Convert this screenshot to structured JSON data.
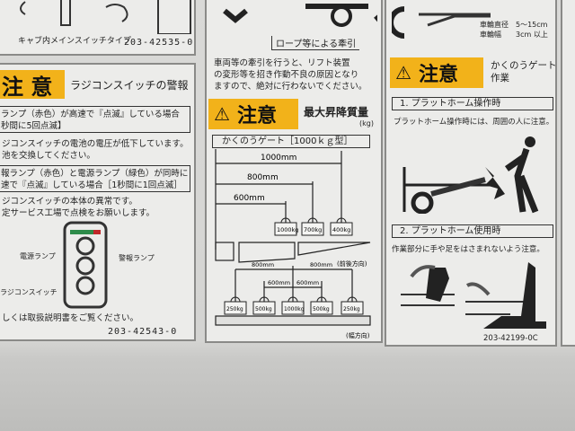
{
  "top_left_label": {
    "caption": "キャブ内メインスイッチタイプ",
    "code": "203-42535-0"
  },
  "left_label": {
    "header": "注 意",
    "title": "ラジコンスイッチの警報",
    "box1": [
      "ランプ（赤色）が高速で『点滅』している場合",
      "秒間に5回点滅】"
    ],
    "text1": [
      "ジコンスイッチの電池の電圧が低下しています。",
      "池を交換してください。"
    ],
    "box2": [
      "報ランプ（赤色）と電源ランプ（緑色）が同時に",
      "速で『点滅』している場合［1秒間に1回点滅］"
    ],
    "text2": [
      "ジコンスイッチの本体の異常です。",
      "定サービス工場で点検をお願いします。"
    ],
    "callouts": {
      "power_lamp": "電源ランプ",
      "warning_lamp": "警報ランプ",
      "radio_switch": "ラジコンスイッチ"
    },
    "footer": "しくは取扱説明書をご覧ください。",
    "code": "203-42543-0"
  },
  "middle_label": {
    "rope_caption": "ロープ等による牽引",
    "paragraph": [
      "車両等の牽引を行うと、リフト装置",
      "の変形等を招き作動不良の原因となり",
      "ますので、絶対に行わないでください。"
    ],
    "header": "注意",
    "title": "最大昇降質量",
    "unit": "(kg)",
    "gate_title": "かくのうゲート［1000ｋｇ型］",
    "front_back": {
      "distances": [
        "1000mm",
        "800mm",
        "600mm"
      ],
      "weights": [
        "1000kg",
        "700kg",
        "400kg"
      ],
      "label": "(前後方向)"
    },
    "width_dir": {
      "outer": [
        "800mm",
        "800mm"
      ],
      "inner": [
        "600mm",
        "600mm"
      ],
      "weights": [
        "250kg",
        "500kg",
        "1000kg",
        "500kg",
        "250kg"
      ],
      "label": "(幅方向)"
    }
  },
  "right_label": {
    "wheel": [
      "車輪直径　5～15cm",
      "車輪幅　　3cm 以上"
    ],
    "header": "注意",
    "title": [
      "かくのうゲート",
      "作業"
    ],
    "section1": "1. プラットホーム操作時",
    "text1": "プラットホーム操作時には、周囲の人に注意。",
    "section2": "2. プラットホーム使用時",
    "text2": "作業部分に手や足をはさまれないよう注意。",
    "code": "203-42199-0C"
  },
  "colors": {
    "caution_yellow": "#f2b21a",
    "lamp_red": "#c0282a",
    "lamp_green": "#2e8b4a"
  }
}
